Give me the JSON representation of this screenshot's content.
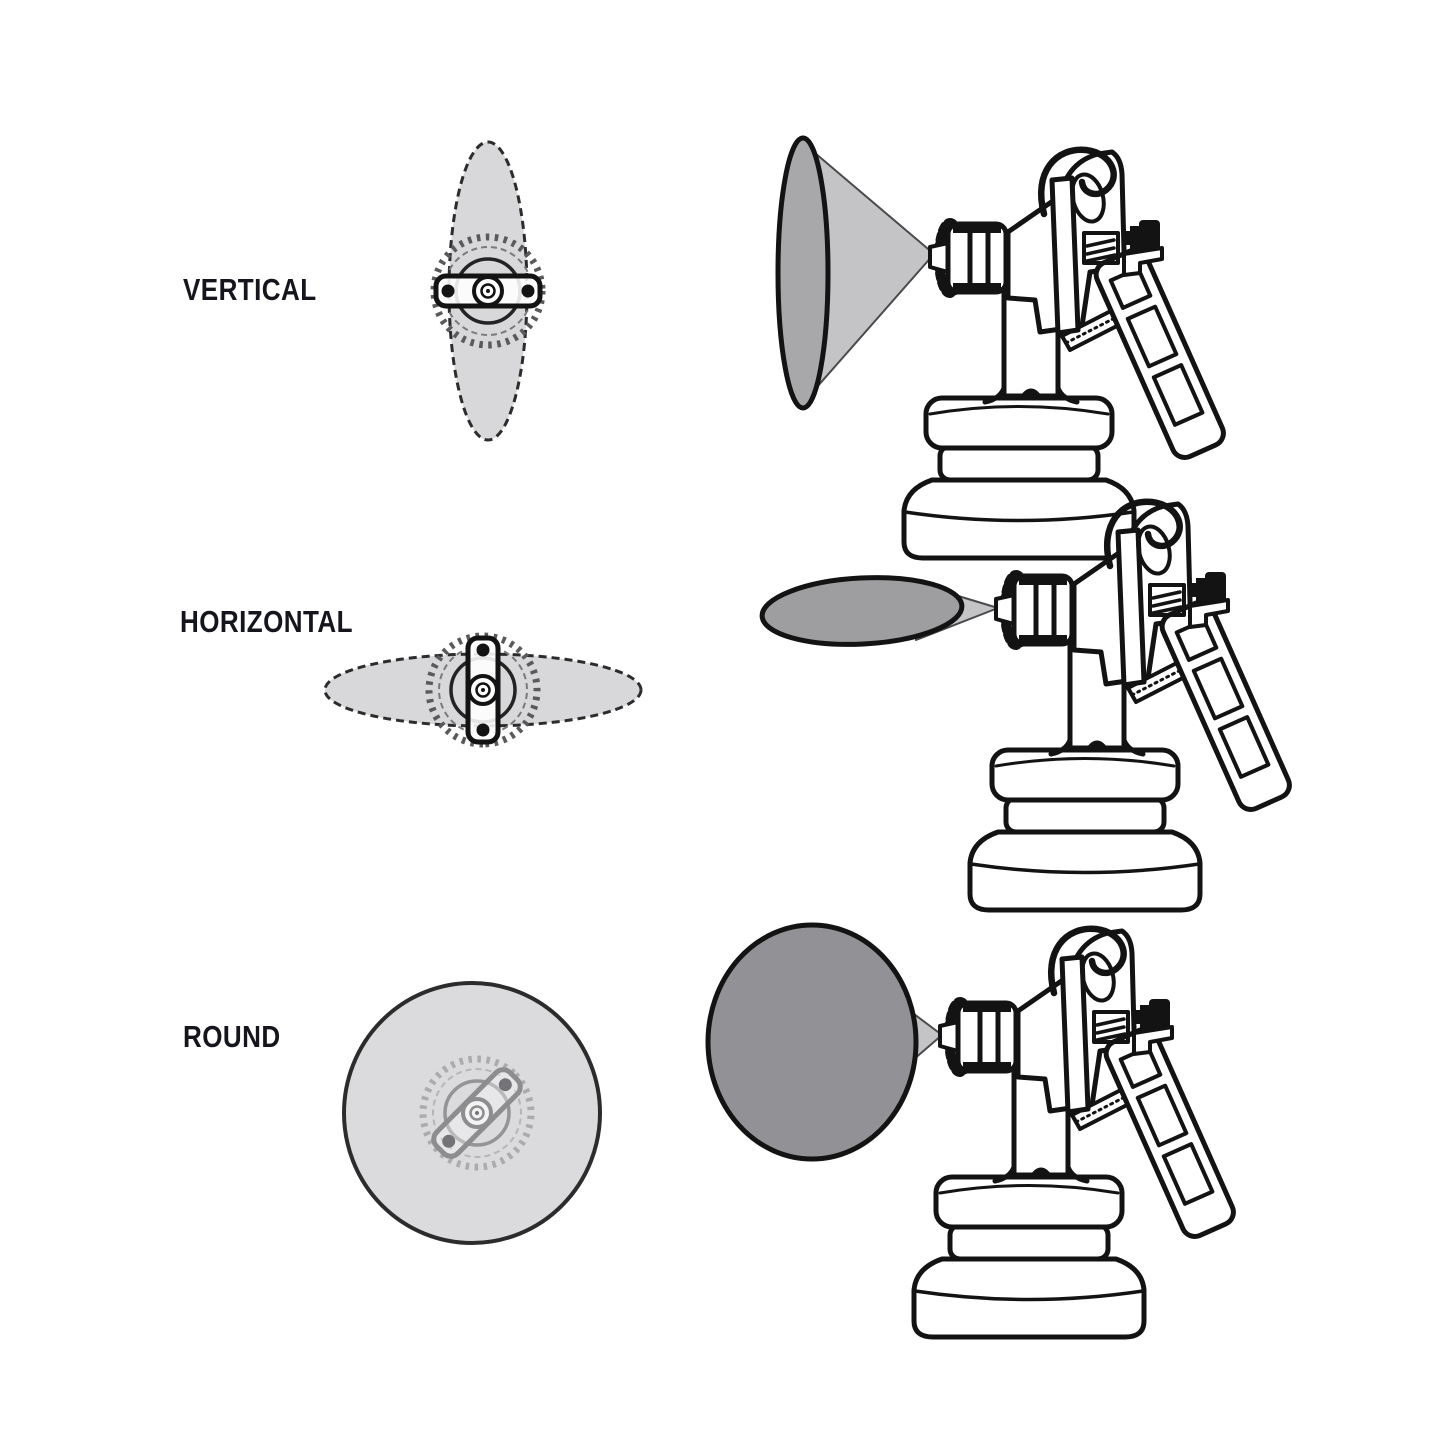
{
  "diagram": {
    "rows": [
      {
        "label": "VERTICAL",
        "spray_shape": "vertical-fan"
      },
      {
        "label": "HORIZONTAL",
        "spray_shape": "horizontal-fan"
      },
      {
        "label": "ROUND",
        "spray_shape": "round-jet"
      }
    ],
    "icons": {
      "nozzle_front_view": "air-cap-dial-icon",
      "gun": "spray-gun-icon"
    },
    "colors": {
      "background": "#ffffff",
      "ink": "#131313",
      "label_ink": "#15151d",
      "spray_light": "#d8d8da",
      "spray_cone": "#c4c4c6",
      "spray_medium": "#9e9ea0",
      "spray_round": "#929296",
      "spray_lens": "#a8a8aa"
    }
  }
}
